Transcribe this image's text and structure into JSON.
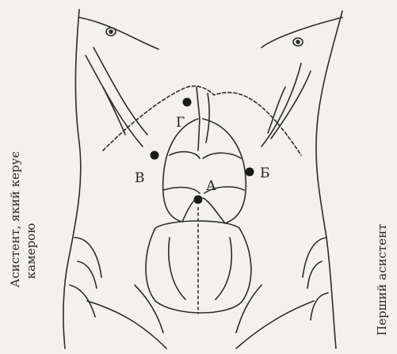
{
  "figure": {
    "ports": [
      {
        "id": "A",
        "label": "А"
      },
      {
        "id": "B",
        "label": "Б"
      },
      {
        "id": "V",
        "label": "В"
      },
      {
        "id": "G",
        "label": "Г"
      }
    ],
    "side_labels": {
      "left_line1": "Асистент, який керує",
      "left_line2": "камерою",
      "right": "Перший асистент"
    },
    "colors": {
      "background": "#f3f1ec",
      "ink": "#2a2a2a",
      "port_dot": "#1a1a1a"
    }
  }
}
